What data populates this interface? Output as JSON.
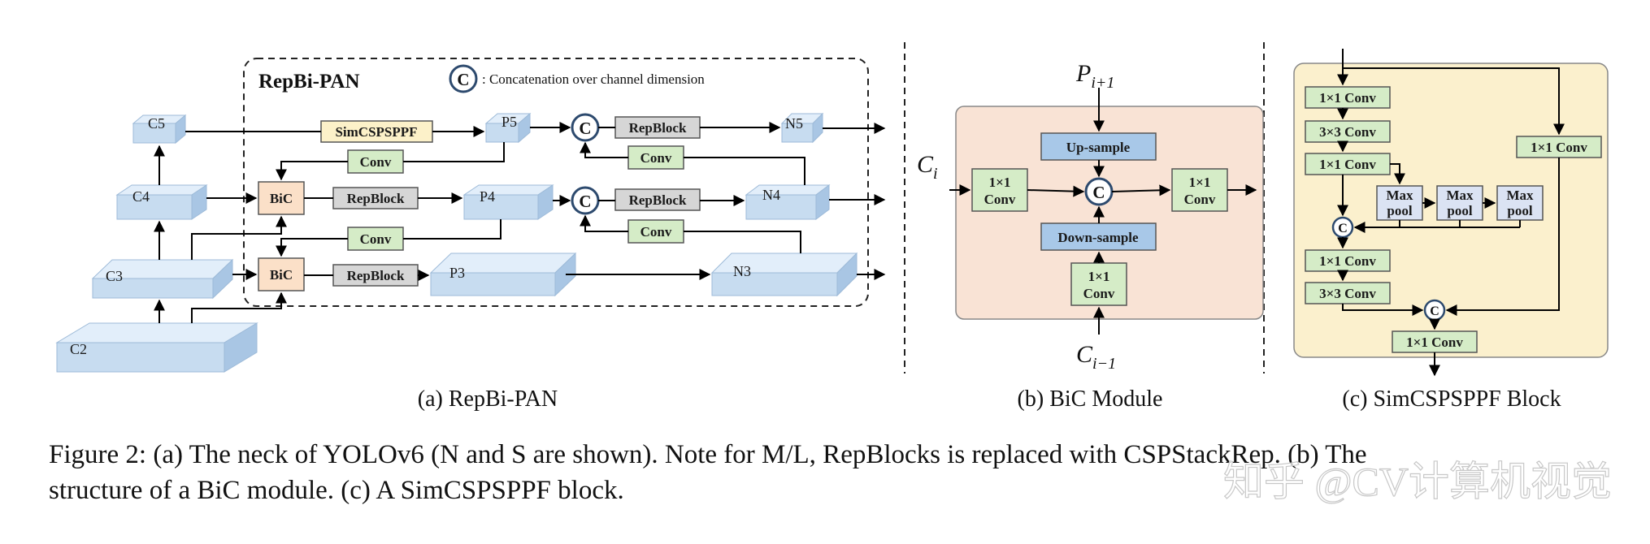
{
  "repbi_pan": {
    "title": "RepBi-PAN",
    "legend_symbol": "C",
    "legend_text": ": Concatenation over channel dimension",
    "inputs": {
      "c5": "C5",
      "c4": "C4",
      "c3": "C3",
      "c2": "C2"
    },
    "outputs": {
      "p5": "P5",
      "p4": "P4",
      "p3": "P3",
      "n5": "N5",
      "n4": "N4",
      "n3": "N3"
    },
    "sppf_label": "SimCSPSPPF",
    "conv_label": "Conv",
    "bic_label": "BiC",
    "repblock_label": "RepBlock",
    "concat_symbol": "C",
    "caption": "(a) RepBi-PAN"
  },
  "bic_module": {
    "input_top": "P",
    "input_top_sub": "i+1",
    "input_left": "C",
    "input_left_sub": "i",
    "input_bottom": "C",
    "input_bottom_sub": "i−1",
    "conv1x1_line1": "1×1",
    "conv1x1_line2": "Conv",
    "upsample": "Up-sample",
    "downsample": "Down-sample",
    "concat_symbol": "C",
    "caption": "(b) BiC Module"
  },
  "simcspsppf": {
    "conv1x1": "1×1 Conv",
    "conv3x3": "3×3 Conv",
    "maxpool_line1": "Max",
    "maxpool_line2": "pool",
    "concat_symbol": "C",
    "caption": "(c) SimCSPSPPF Block"
  },
  "figure_caption": {
    "line1": "Figure 2: (a) The neck of YOLOv6 (N and S are shown). Note for M/L, RepBlocks is replaced with CSPStackRep. (b) The",
    "line2": "structure of a BiC module. (c) A SimCSPSPPF block."
  },
  "watermark": "知乎 @CV计算机视觉",
  "colors": {
    "feature_map": "#c7dcf0",
    "conv": "#d5ecc7",
    "bic": "#fbe0c8",
    "repblock": "#d6d6d6",
    "sppf": "#fcf1c9",
    "bic_panel_bg": "#f9e3d5",
    "sppf_panel_bg": "#fbf0cd",
    "sample_box": "#a8c8e8",
    "maxpool": "#dbe3f3",
    "concat_ring": "#2d4a6e"
  }
}
